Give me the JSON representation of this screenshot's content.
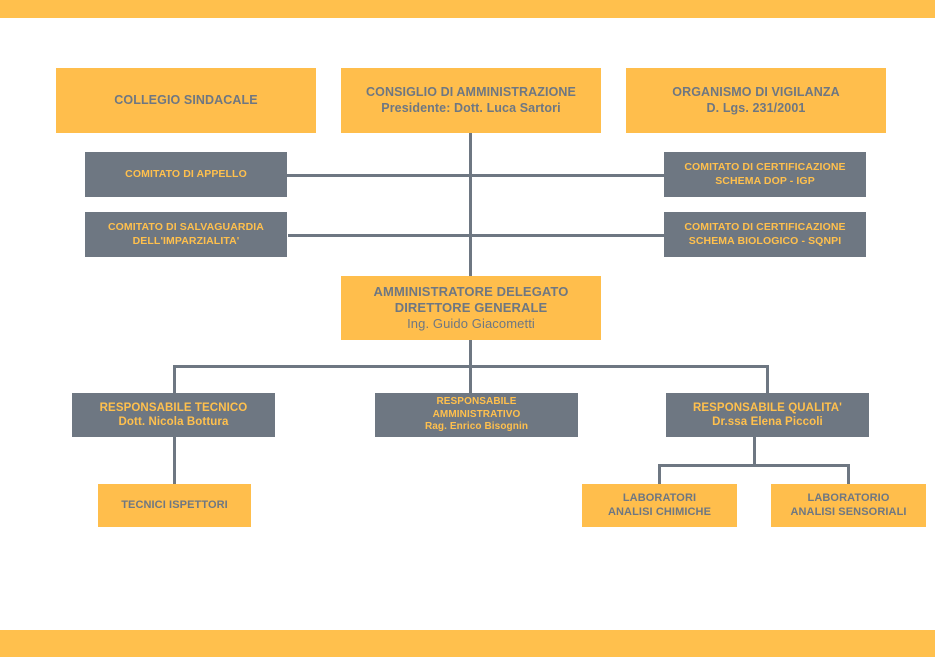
{
  "page": {
    "title": "Organigramma",
    "colors": {
      "orange": "#ffbe4c",
      "bar_orange": "#ffc04d",
      "gray": "#6e7782",
      "background": "#ffffff"
    }
  },
  "decor": {
    "top_bar": "top-accent-bar",
    "bottom_bar": "bottom-accent-bar"
  },
  "nodes": {
    "collegio_sindacale": {
      "line1": "COLLEGIO SINDACALE"
    },
    "consiglio_amministrazione": {
      "line1": "CONSIGLIO DI AMMINISTRAZIONE",
      "line2": "Presidente: Dott. Luca Sartori"
    },
    "organismo_vigilanza": {
      "line1": "ORGANISMO DI VIGILANZA",
      "line2": "D. Lgs. 231/2001"
    },
    "comitato_appello": {
      "line1": "COMITATO DI APPELLO"
    },
    "comitato_certificazione_dop": {
      "line1": "COMITATO DI CERTIFICAZIONE",
      "line2": "SCHEMA DOP - IGP"
    },
    "comitato_salvaguardia": {
      "line1": "COMITATO DI SALVAGUARDIA",
      "line2": "DELL'IMPARZIALITA'"
    },
    "comitato_certificazione_bio": {
      "line1": "COMITATO DI CERTIFICAZIONE",
      "line2": "SCHEMA BIOLOGICO - SQNPI"
    },
    "amministratore_delegato": {
      "line1": "AMMINISTRATORE DELEGATO",
      "line2": "DIRETTORE GENERALE",
      "line3": "Ing. Guido Giacometti"
    },
    "responsabile_tecnico": {
      "line1": "RESPONSABILE TECNICO",
      "line2": "Dott. Nicola Bottura"
    },
    "responsabile_amministrativo": {
      "line1": "RESPONSABILE",
      "line2": "AMMINISTRATIVO",
      "line3": "Rag. Enrico Bisognin"
    },
    "responsabile_qualita": {
      "line1": "RESPONSABILE QUALITA'",
      "line2": "Dr.ssa Elena Piccoli"
    },
    "tecnici_ispettori": {
      "line1": "TECNICI ISPETTORI"
    },
    "laboratori_analisi_chimiche": {
      "line1": "LABORATORI",
      "line2": "ANALISI CHIMICHE"
    },
    "laboratorio_analisi_sensoriali": {
      "line1": "LABORATORIO",
      "line2": "ANALISI SENSORIALI"
    }
  }
}
